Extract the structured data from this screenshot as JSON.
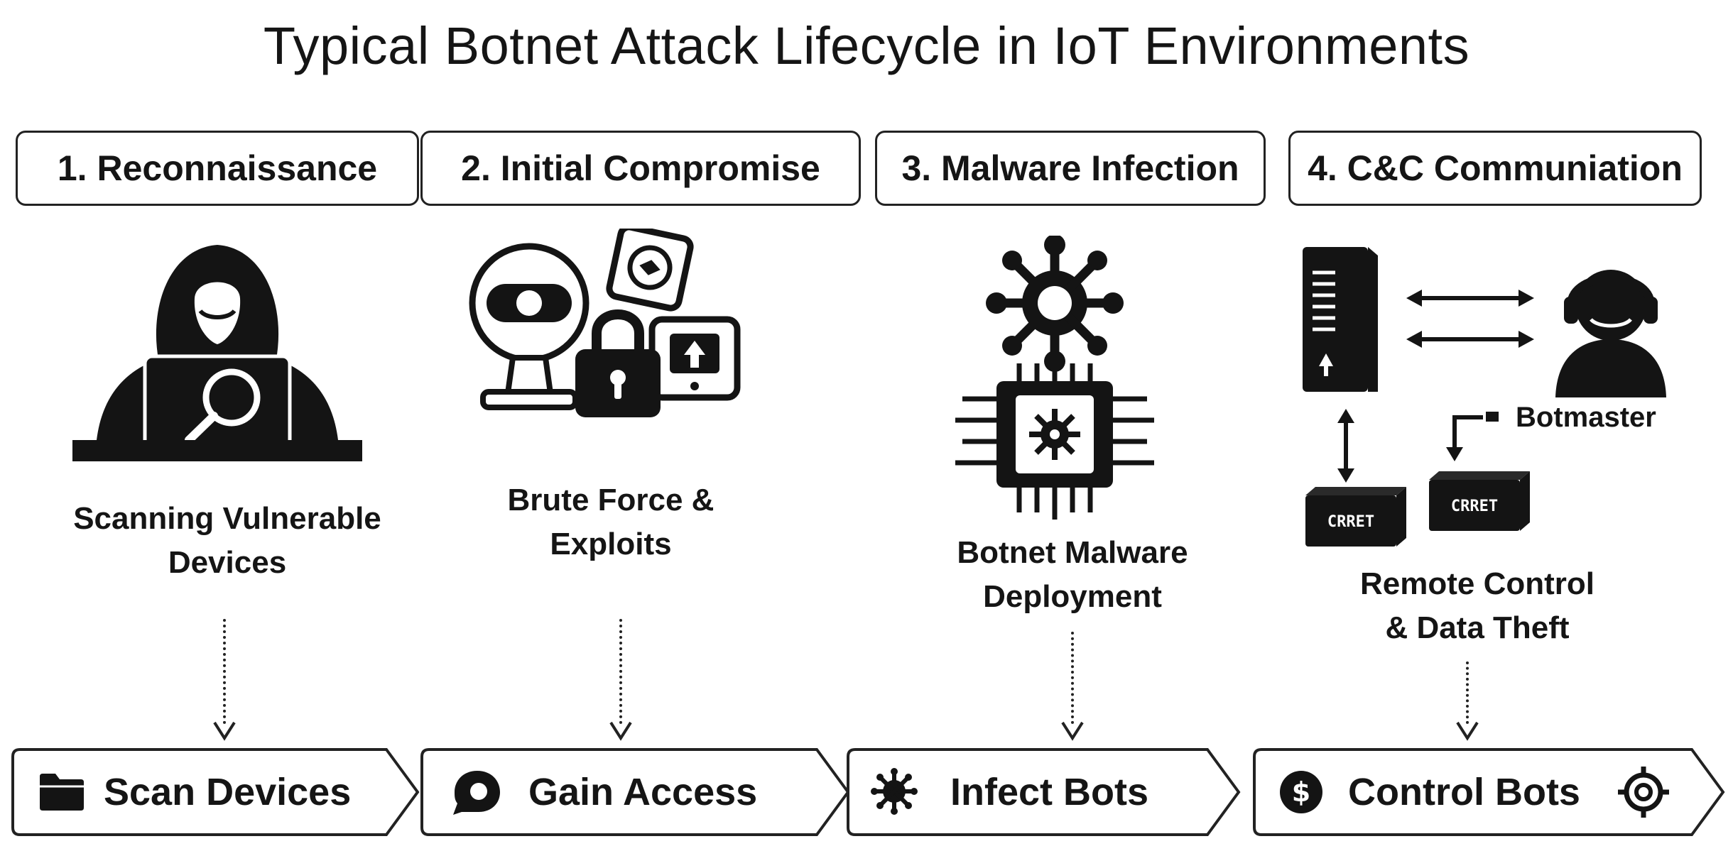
{
  "title": "Typical Botnet Attack Lifecycle in IoT Environments",
  "stages": [
    {
      "label": "1. Reconnaissance",
      "caption_line1": "Scanning Vulnerable",
      "caption_line2": "Devices",
      "step": "Scan Devices",
      "step_icon": "folder-icon"
    },
    {
      "label": "2. Initial Compromise",
      "caption_line1": "Brute Force &",
      "caption_line2": "Exploits",
      "step": "Gain Access",
      "step_icon": "key-icon"
    },
    {
      "label": "3. Malware Infection",
      "caption_line1": "Botnet Malware",
      "caption_line2": "Deployment",
      "step": "Infect Bots",
      "step_icon": "virus-icon"
    },
    {
      "label": "4. C&C Communiation",
      "caption_line1": "Remote Control",
      "caption_line2": "& Data Theft",
      "step": "Control Bots",
      "step_icon": "dollar-icon"
    }
  ],
  "botmaster_label": "Botmaster",
  "bot_box_text": "CRRET",
  "colors": {
    "ink": "#151515",
    "background": "#ffffff"
  }
}
